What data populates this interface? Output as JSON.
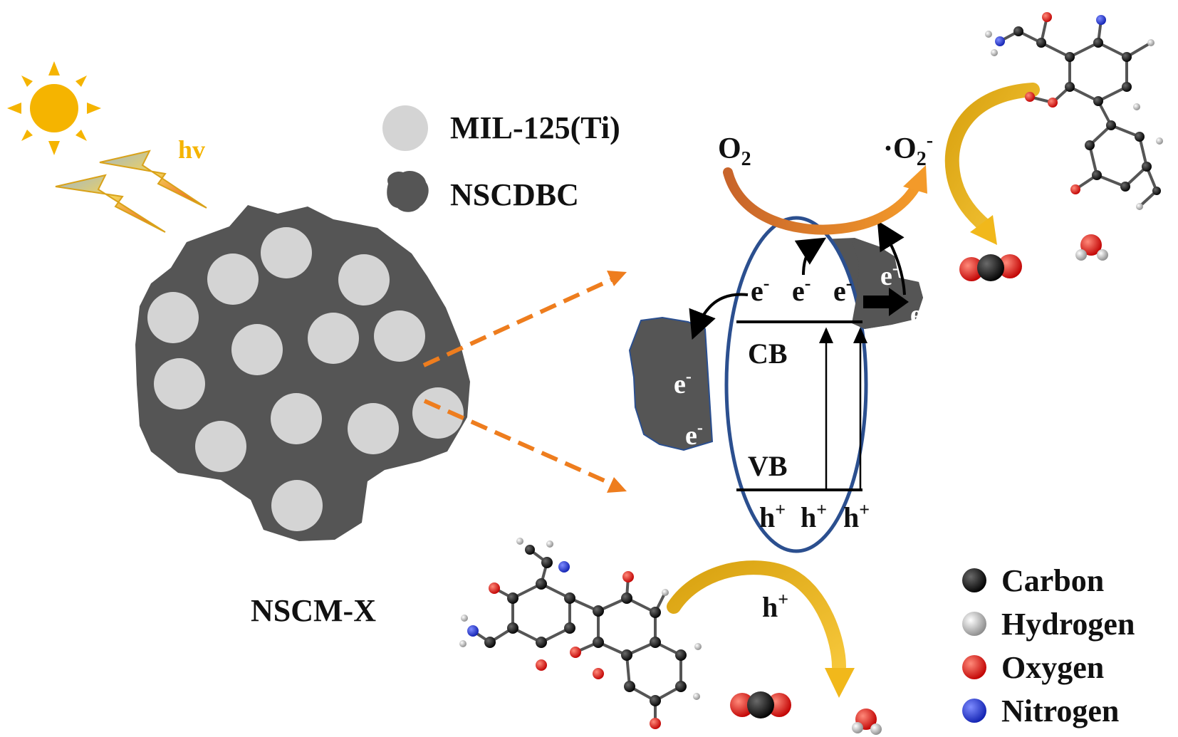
{
  "light": {
    "label": "hv",
    "color": "#f5b400"
  },
  "legend_materials": [
    {
      "name": "MIL-125(Ti)",
      "color": "#d4d4d4"
    },
    {
      "name": "NSCDBC",
      "color": "#555555"
    }
  ],
  "composite_label": "NSCM-X",
  "band": {
    "cb": "CB",
    "vb": "VB",
    "electron": "e",
    "electron_sup": "-",
    "hole": "h",
    "hole_sup": "+"
  },
  "reaction": {
    "reactant": "O",
    "reactant_sub": "2",
    "product_prefix": "·O",
    "product_sub": "2",
    "product_sup": "-"
  },
  "atom_legend": [
    {
      "name": "Carbon",
      "color": "#111111"
    },
    {
      "name": "Hydrogen",
      "color": "#cfcfcf"
    },
    {
      "name": "Oxygen",
      "color": "#e21a1a"
    },
    {
      "name": "Nitrogen",
      "color": "#1f2fd8"
    }
  ],
  "colors": {
    "nscdbc": "#555555",
    "mil125": "#d4d4d4",
    "ellipse_stroke": "#2b4f8f",
    "arrow_dashed": "#ee7d1e",
    "arrow_gold": "#f1b81b"
  }
}
